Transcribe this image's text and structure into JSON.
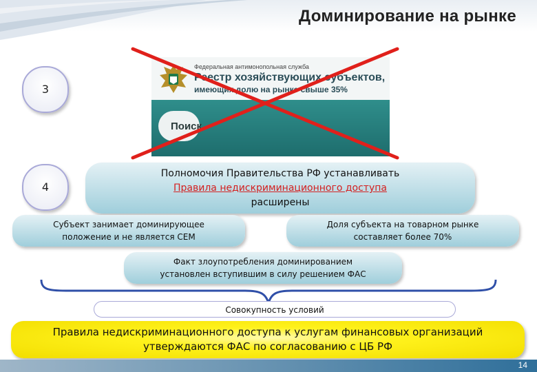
{
  "slide": {
    "title": "Доминирование на рынке",
    "page_number": "14"
  },
  "markers": {
    "first": "3",
    "second": "4"
  },
  "registry_image": {
    "service_name": "Федеральная антимонопольная служба",
    "title": "Реестр хозяйствующих субъектов,",
    "subtitle": "имеющих долю на рынке свыше 35%",
    "search_label": "Поиск",
    "status": "crossed-out"
  },
  "powers": {
    "line1": "Полномочия Правительства РФ устанавливать",
    "line2": "Правила недискриминационного доступа",
    "line3": "расширены"
  },
  "conditions": {
    "left_line1": "Субъект занимает доминирующее",
    "left_line2": "положение и не является СЕМ",
    "right_line1": "Доля субъекта на товарном рынке",
    "right_line2": "составляет более 70%",
    "middle_line1": "Факт злоупотребления доминированием",
    "middle_line2": "установлен вступившим в силу решением ФАС"
  },
  "aggregate": {
    "label": "Совокупность условий"
  },
  "rule": {
    "line1": "Правила недискриминационного доступа к услугам финансовых организаций",
    "line2": "утверждаются ФАС по согласованию с ЦБ РФ"
  },
  "colors": {
    "cross": "#e0201b",
    "link": "#d42020",
    "box_top": "#e4f1f5",
    "box_bottom": "#9fcedb",
    "rule_fill": "#fff21c",
    "brace": "#2f4fa8"
  }
}
